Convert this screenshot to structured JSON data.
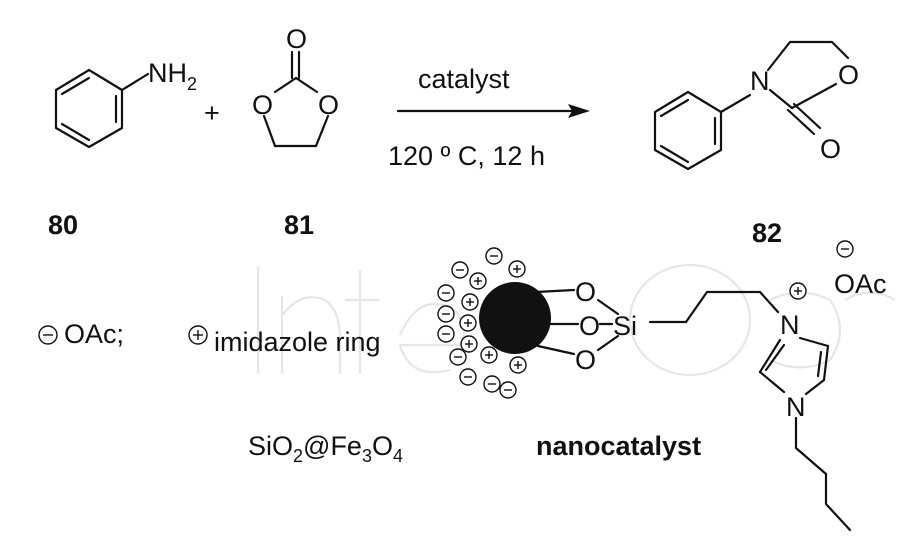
{
  "reaction": {
    "condition_top": "catalyst",
    "condition_bottom": "120 º C, 12 h",
    "plus": "+"
  },
  "compounds": {
    "c80": {
      "number": "80",
      "group": "NH2"
    },
    "c81": {
      "number": "81",
      "atom_o_top": "O",
      "atom_o_left": "O",
      "atom_o_right": "O"
    },
    "c82": {
      "number": "82",
      "atom_n": "N",
      "atom_o_ring": "O",
      "atom_o_carbonyl": "O"
    }
  },
  "catalyst": {
    "legend_anion": "OAc;",
    "legend_cation": "imidazole ring",
    "support_label": "SiO2@Fe3O4",
    "support_label_parts": [
      "SiO",
      "2",
      "@Fe",
      "3",
      "O",
      "4"
    ],
    "name_label": "nanocatalyst",
    "anion_label": "OAc",
    "atom_si": "Si",
    "atom_o": "O",
    "atom_n": "N"
  },
  "watermark": {
    "text": "IntechOpen"
  },
  "colors": {
    "ink": "#111111",
    "nanoparticle": "#111111",
    "background": "#ffffff",
    "watermark": "#e6e6e6"
  }
}
